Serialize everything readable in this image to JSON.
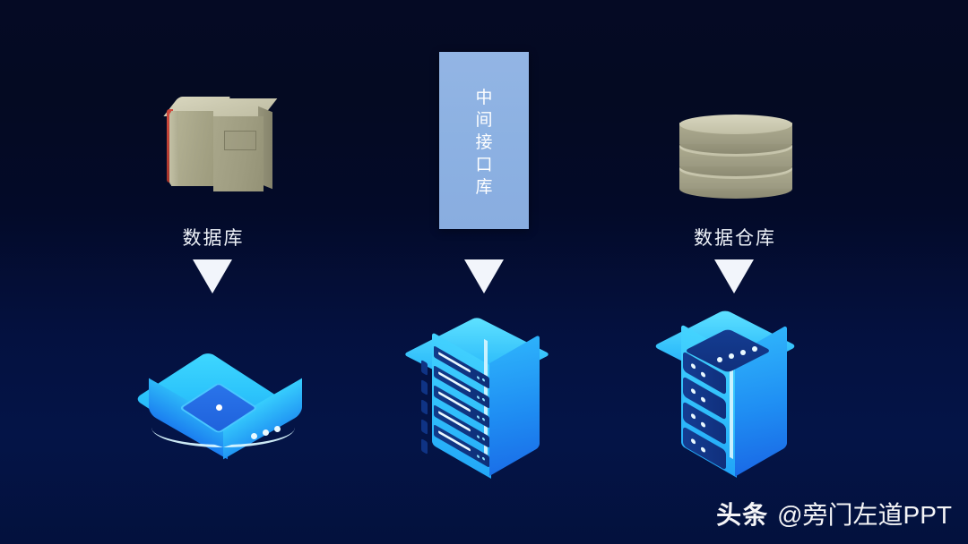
{
  "slide": {
    "background_top": "#050a24",
    "background_bottom": "#041447",
    "accent_blue": "#2fbdfb",
    "label_color": "#eef2f8",
    "khaki": "#a8a688",
    "spine_red": "#c8443a",
    "panel_blue": "#8cb1e2"
  },
  "columns": [
    {
      "key": "database",
      "top_label": "数据库",
      "top_icon": "book-stack-icon",
      "arrow": "down-triangle-icon",
      "bottom_icon": "isometric-switch-box-icon"
    },
    {
      "key": "middle_interface",
      "top_label": "",
      "top_icon": "vertical-panel",
      "panel_chars": [
        "中",
        "间",
        "接",
        "口",
        "库"
      ],
      "panel_text": "中间接口库",
      "arrow": "down-triangle-icon",
      "bottom_icon": "isometric-rack-server-icon"
    },
    {
      "key": "data_warehouse",
      "top_label": "数据仓库",
      "top_icon": "database-cylinder-icon",
      "arrow": "down-triangle-icon",
      "bottom_icon": "isometric-tower-server-icon"
    }
  ],
  "watermark": {
    "logo": "头条",
    "handle": "@旁门左道PPT"
  }
}
